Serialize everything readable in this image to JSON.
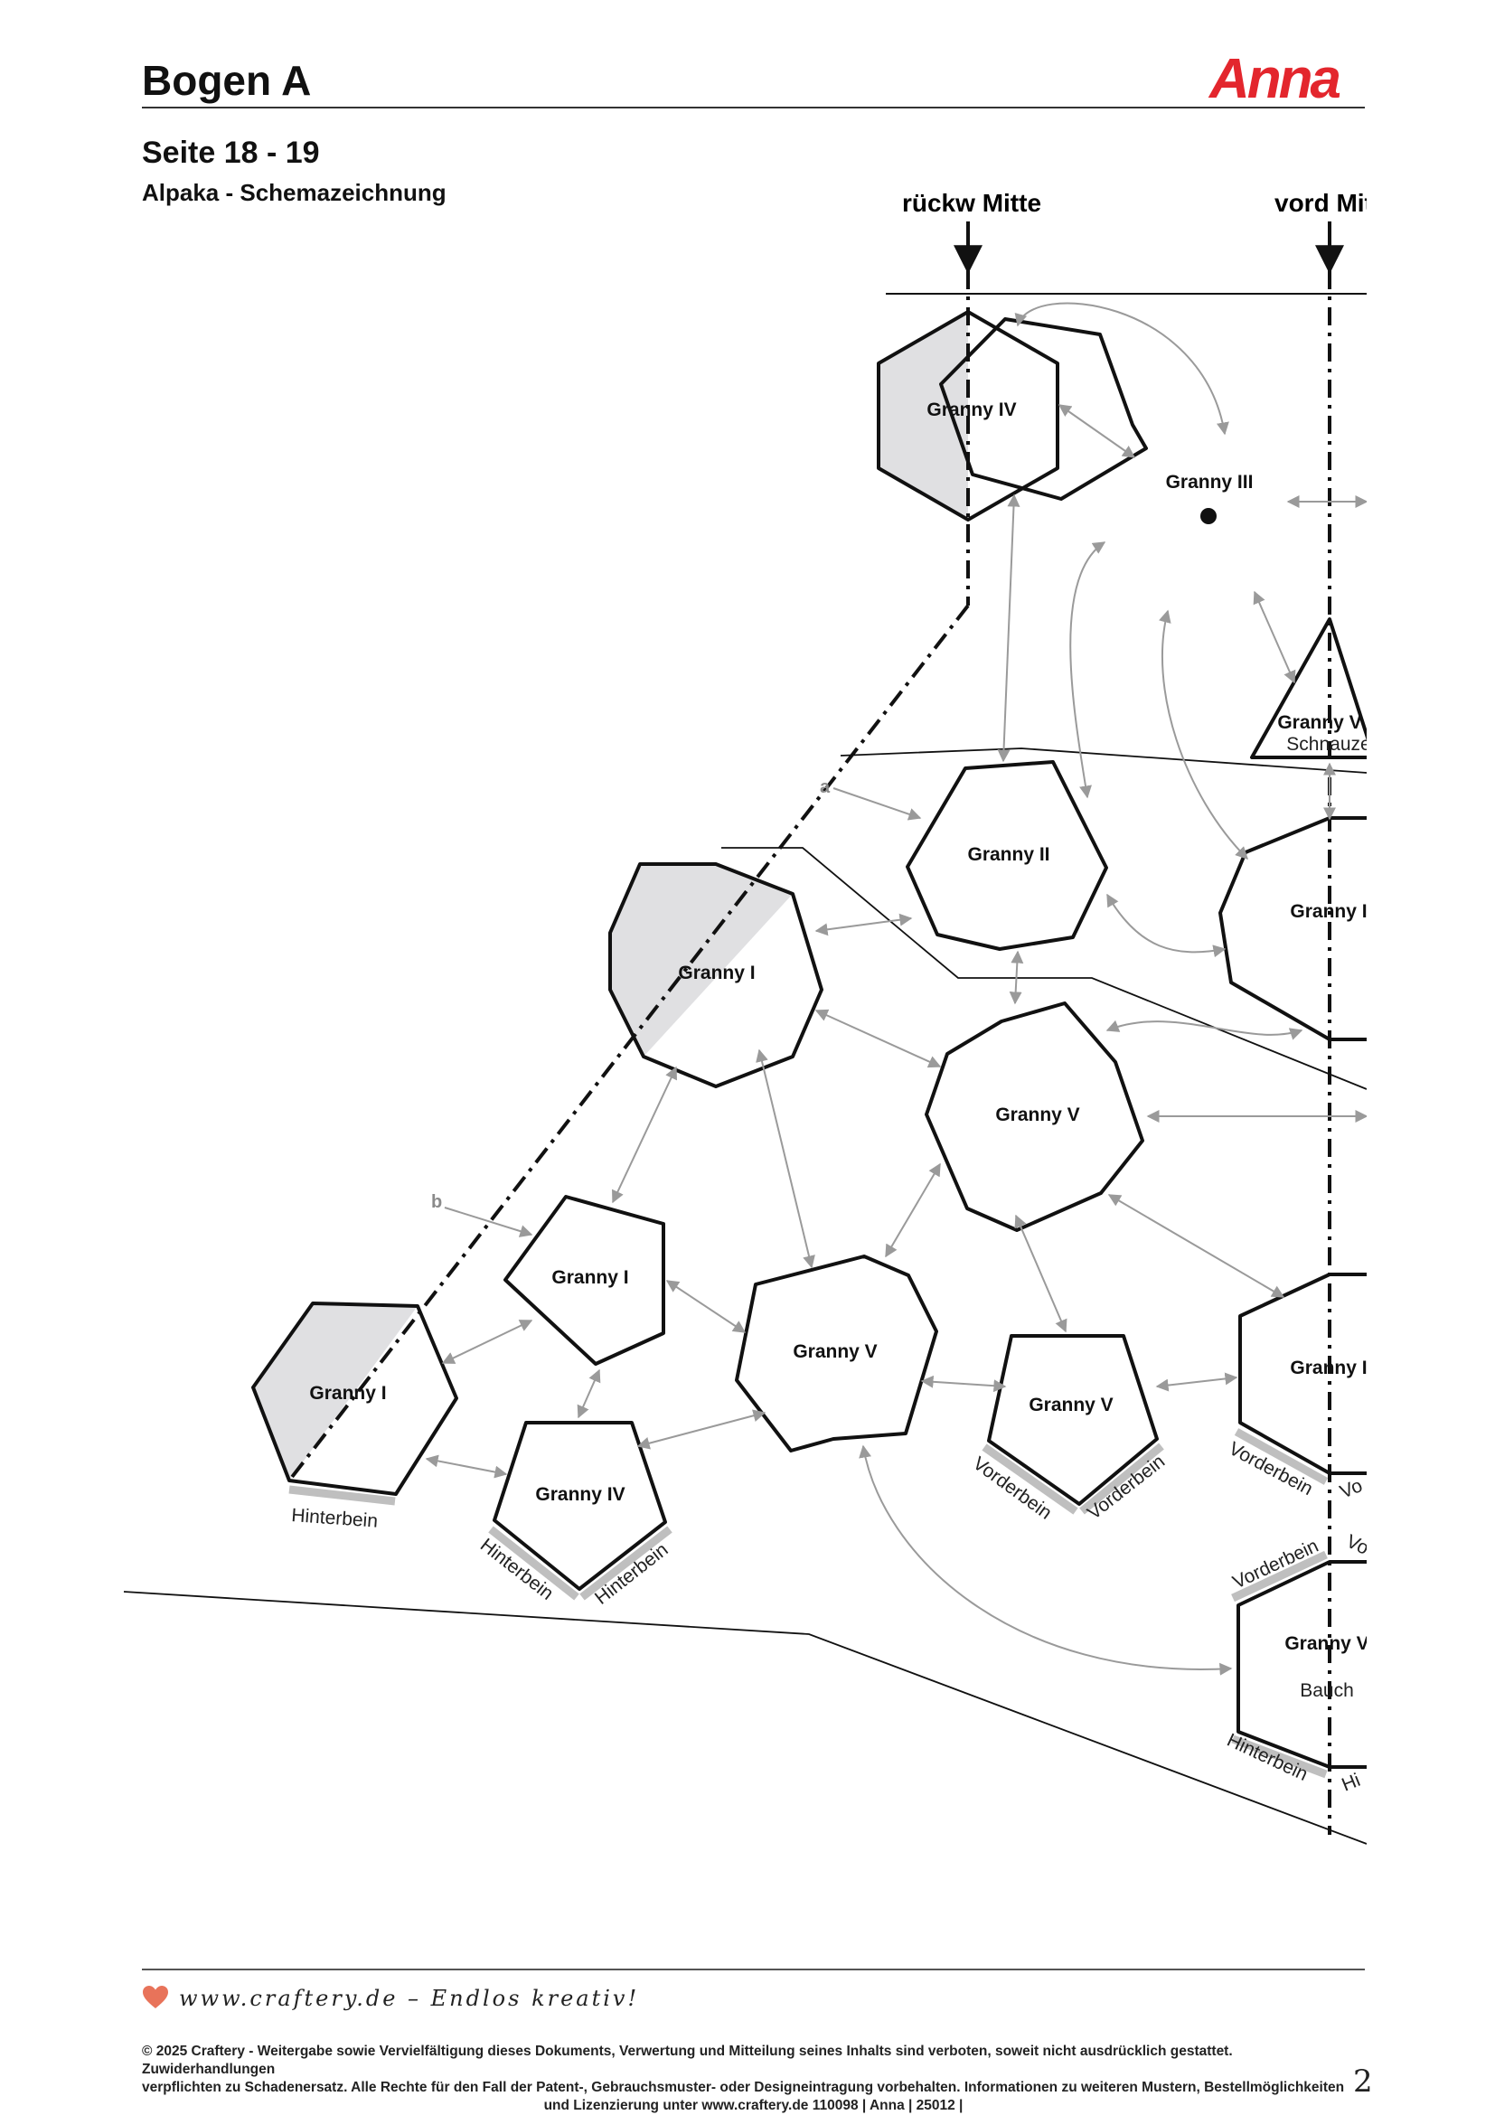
{
  "header": {
    "title": "Bogen A",
    "brand": "Anna",
    "brand_color": "#e3262d"
  },
  "page": {
    "range": "Seite 18 - 19",
    "subtitle": "Alpaka - Schemazeichnung"
  },
  "diagram": {
    "center_labels": {
      "back": "rückw Mitte",
      "front": "vord Mit"
    },
    "markers": {
      "a": "a",
      "b": "b"
    },
    "shaded_color": "#e0e0e2",
    "edge_color": "#bfbfbf",
    "arrow_color": "#9a9a9a",
    "pieces": {
      "granny_iv_top": "Granny IV",
      "granny_iii": "Granny III",
      "granny_v_snout": "Granny V",
      "snout_label": "Schnauze",
      "granny_ii": "Granny II",
      "granny_iv_right": "Granny I",
      "granny_i_big": "Granny I",
      "granny_v_center": "Granny V",
      "granny_i_small": "Granny I",
      "granny_v_mid": "Granny V",
      "granny_v_pent": "Granny V",
      "granny_right_mid": "Granny I",
      "granny_i_left": "Granny I",
      "granny_iv_bottom": "Granny IV",
      "granny_v_belly": "Granny V",
      "belly_label": "Bauch"
    },
    "edge_labels": {
      "hinterbein": "Hinterbein",
      "vorderbein": "Vorderbein",
      "vo_short": "Vo",
      "vo_short2": "Vo",
      "hi_short": "Hi"
    }
  },
  "footer": {
    "tagline": "www.craftery.de – Endlos kreativ!",
    "legal_line1": "© 2025 Craftery - Weitergabe sowie Vervielfältigung dieses Dokuments, Verwertung und Mitteilung seines Inhalts sind verboten, soweit nicht ausdrücklich gestattet. Zuwiderhandlungen",
    "legal_line2": "verpflichten zu Schadenersatz. Alle Rechte für den Fall der Patent-, Gebrauchsmuster- oder Designeintragung vorbehalten. Informationen zu weiteren Mustern, Bestellmöglichkeiten",
    "legal_line3": "und Lizenzierung unter www.craftery.de  110098 | Anna | 25012 |",
    "page_number": "2",
    "heart_color": "#e8735a"
  }
}
